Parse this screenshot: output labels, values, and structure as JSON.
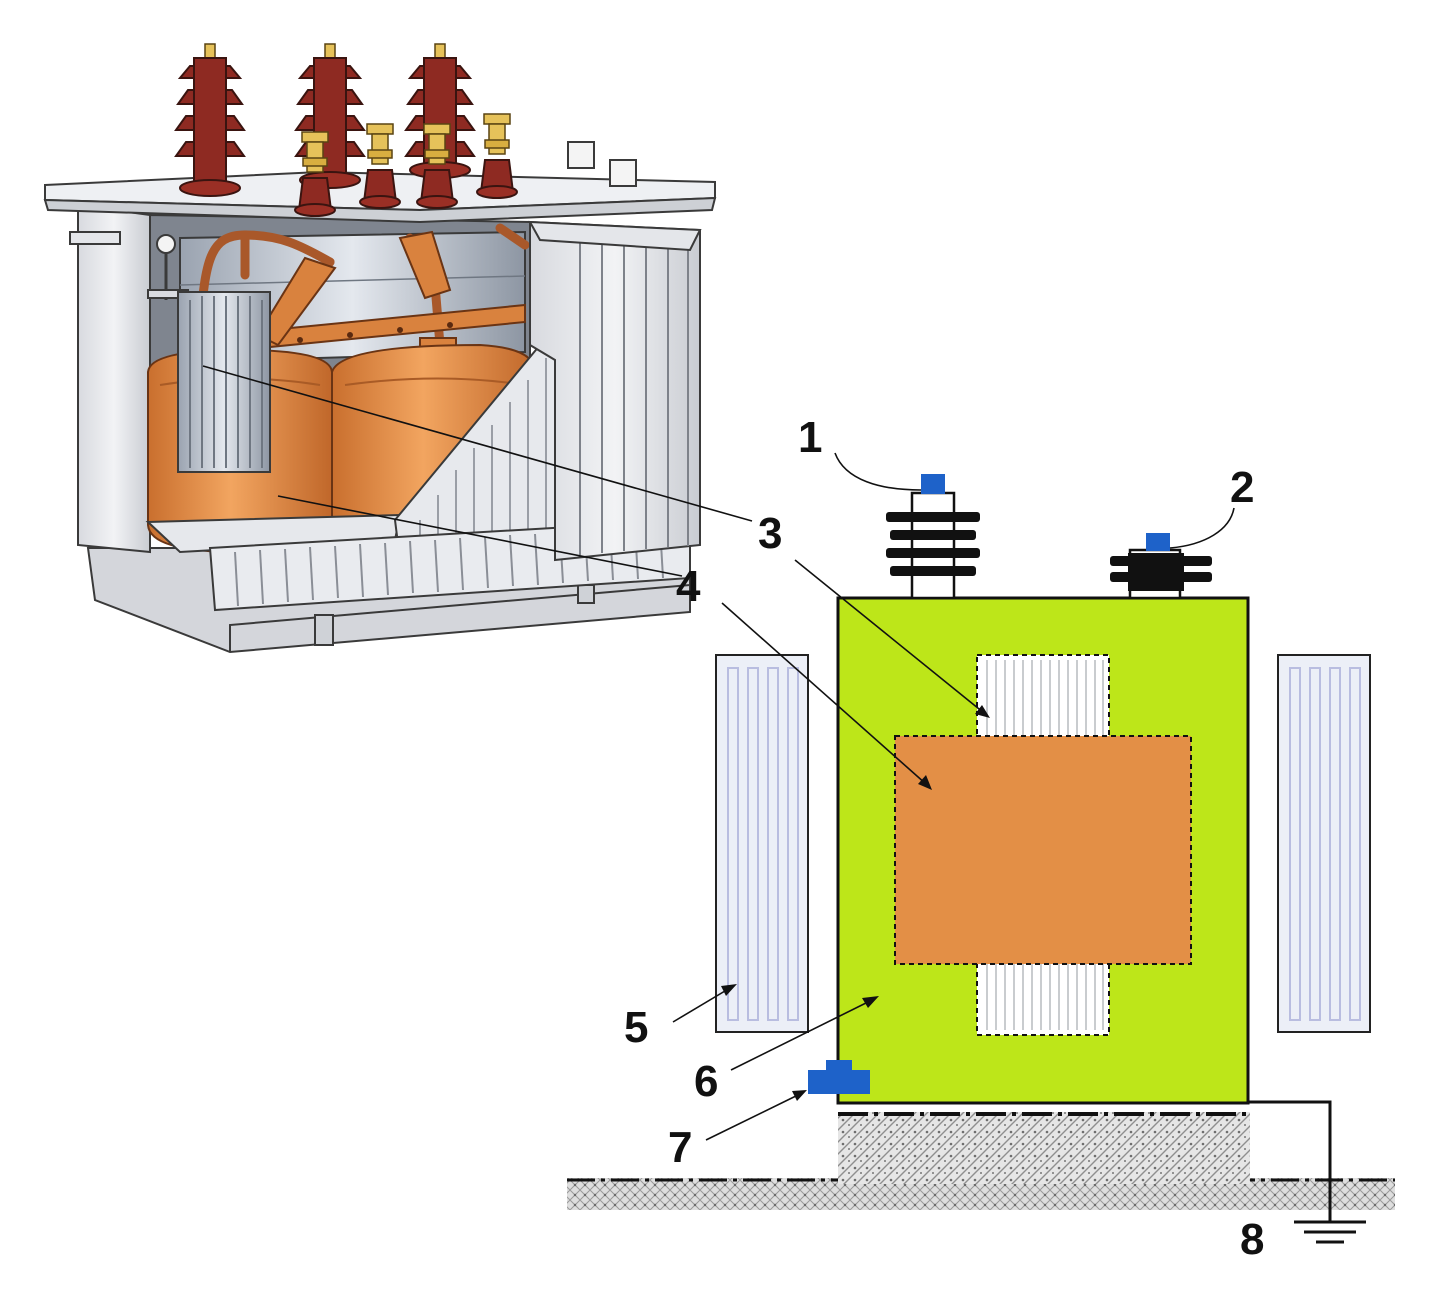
{
  "diagram": {
    "callouts": [
      {
        "id": "1",
        "label": "1"
      },
      {
        "id": "2",
        "label": "2"
      },
      {
        "id": "3",
        "label": "3"
      },
      {
        "id": "4",
        "label": "4"
      },
      {
        "id": "5",
        "label": "5"
      },
      {
        "id": "6",
        "label": "6"
      },
      {
        "id": "7",
        "label": "7"
      },
      {
        "id": "8",
        "label": "8"
      }
    ],
    "colors": {
      "tank": "#bde619",
      "winding": "#e38f46",
      "copper": "#d9823e",
      "core": "#dfe3ea",
      "valve": "#1e62c9",
      "bushing_porcelain": "#8e2a22",
      "bushing_brass": "#e6c25a",
      "radiator": "#eceff7",
      "radiator_line": "#b9bde0",
      "ground": "#bdbdbd",
      "line": "#111111"
    },
    "icons": [
      "hv-bushing-icon",
      "lv-bushing-icon",
      "drain-valve-icon",
      "ground-symbol-icon"
    ]
  }
}
